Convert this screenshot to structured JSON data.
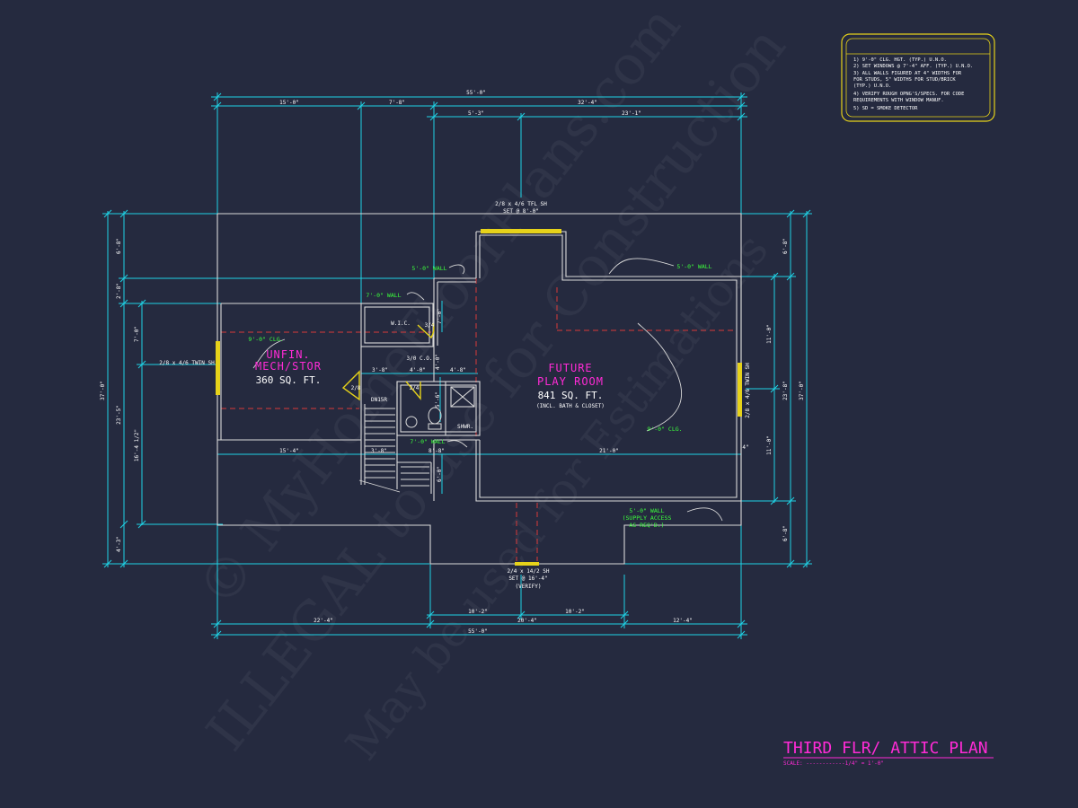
{
  "notes": {
    "items": [
      "1) 9'-0\" CLG. HGT. (TYP.) U.N.O.",
      "2) SET WINDOWS @ 7'-4\" AFF. (TYP.) U.N.O.",
      "3) ALL WALLS FIGURED AT 4\" WIDTHS FOR",
      "   FOR STUDS, 5\" WIDTHS FOR STUD/BRICK",
      "   (TYP.) U.N.O.",
      "4) VERIFY ROUGH OPNG'S/SPECS. FOR CODE",
      "   REQUIREMENTS WITH WINDOW MANUF.",
      "5) SD = SMOKE DETECTOR"
    ]
  },
  "dimensions": {
    "top_overall": "55'-0\"",
    "top_row_1": [
      "15'-0\"",
      "7'-8\"",
      "32'-4\""
    ],
    "top_row_2": [
      "5'-3\"",
      "23'-1\""
    ],
    "bottom_row_1": [
      "10'-2\"",
      "20'-4\"",
      "10'-2\""
    ],
    "bottom_row_2": [
      "22'-4\"",
      "12'-4\""
    ],
    "bottom_overall": "55'-0\"",
    "left_outer": "37'-0\"",
    "left_segments": [
      "6'-8\"",
      "2'-8\"",
      "23'-5\"",
      "4'-3\""
    ],
    "left_inner": [
      "7'-0\"",
      "16'-4 1/2\""
    ],
    "right_outer": "37'-0\"",
    "right_segments": [
      "6'-8\"",
      "23'-8\"",
      "6'-8\""
    ],
    "right_inner": [
      "11'-0\"",
      "11'-0\""
    ],
    "interior": {
      "d_3_8": "3'-8\"",
      "d_4_0": "4'-0\"",
      "d_4_8": "4'-8\"",
      "d_15_4": "15'-4\"",
      "d_3_8b": "3'-8\"",
      "d_8_8": "8'-8\"",
      "d_21_0": "21'-0\"",
      "d_4": "4\"",
      "d_7_0v": "7'-0\"",
      "d_6_0v": "6'-0\"",
      "d_5_6v": "5'-6\"",
      "d_4_0v": "4'-0\""
    }
  },
  "windows": {
    "top": [
      "2/8 x 4/6 TFL SH",
      "SET @ 8'-0\""
    ],
    "left": "2/8 x 4/6 TWIN SH",
    "right": "2/8 x 4/6 TWIN SH",
    "bottom": [
      "2/4 x 14/2 SH",
      "SET @ 16'-4\"",
      "(VERIFY)"
    ]
  },
  "walls": {
    "w5_top_left": "5'-0\" WALL",
    "w5_top_right": "5'-0\" WALL",
    "w7_a": "7'-0\" WALL",
    "w7_b": "7'-0\" WALL",
    "w5_bottom": [
      "5'-0\" WALL",
      "(SUPPLY ACCESS",
      "AS REQ'D.)"
    ],
    "clg_left": "9'-0\" CLG.",
    "clg_right": "9'-0\" CLG."
  },
  "rooms": {
    "mech": {
      "line1": "UNFIN.",
      "line2": "MECH/STOR",
      "area": "360 SQ. FT."
    },
    "play": {
      "line1": "FUTURE",
      "line2": "PLAY ROOM",
      "area": "841 SQ. FT.",
      "note": "(INCL. BATH & CLOSET)"
    },
    "wic": "W.I.C.",
    "door_34": "3/4",
    "door_30co": "3/0 C.O.",
    "door_28": "2/8",
    "door_24": "2/4",
    "stair": "DN15R",
    "shower": "SHWR."
  },
  "title": {
    "text": "THIRD FLR/ ATTIC PLAN",
    "scale": "SCALE: ------------1/4\" = 1'-0\""
  },
  "watermark": {
    "line1": "© MyHomeFloorPlans.com",
    "line2": "ILLEGAL to use for Construction",
    "line3": "May be used for Estimations"
  },
  "colors": {
    "background": "#252a3f",
    "dimension": "#1fd3e6",
    "wall": "#d9d9d9",
    "room_label": "#ff2bd6",
    "wall_note": "#3cff3c",
    "ceiling_line": "#d93a3a",
    "window": "#e6d21a"
  }
}
